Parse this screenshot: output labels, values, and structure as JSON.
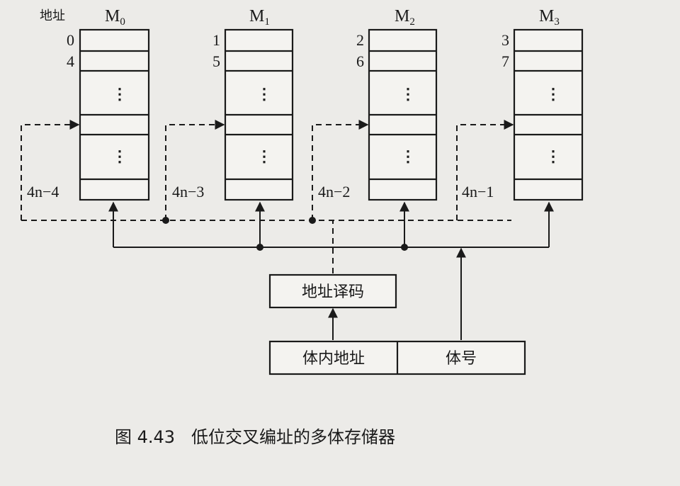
{
  "address_header": "地址",
  "modules": [
    {
      "name": "M",
      "sub": "0",
      "addr_top": "0",
      "addr_second": "4",
      "addr_last": "4n−4"
    },
    {
      "name": "M",
      "sub": "1",
      "addr_top": "1",
      "addr_second": "5",
      "addr_last": "4n−3"
    },
    {
      "name": "M",
      "sub": "2",
      "addr_top": "2",
      "addr_second": "6",
      "addr_last": "4n−2"
    },
    {
      "name": "M",
      "sub": "3",
      "addr_top": "3",
      "addr_second": "7",
      "addr_last": "4n−1"
    }
  ],
  "dots": "⋮",
  "decoder_label": "地址译码",
  "in_bank_address_label": "体内地址",
  "bank_number_label": "体号",
  "caption": "图 4.43   低位交叉编址的多体存储器",
  "colors": {
    "line": "#1a1a1a",
    "background": "#ecebe8",
    "box_fill": "#f4f3f0"
  }
}
